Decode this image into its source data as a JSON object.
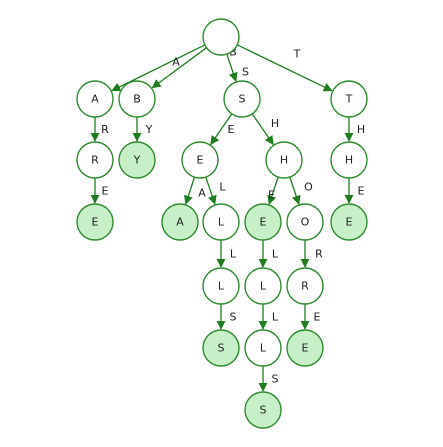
{
  "colors": {
    "edge": "#1e7d1e",
    "node_stroke": "#2e8b2e",
    "node_fill": "#ffffff",
    "terminal_fill": "#c8f0c8"
  },
  "nodes": [
    {
      "id": "root",
      "label": "",
      "terminal": false
    },
    {
      "id": "A",
      "label": "A",
      "terminal": false
    },
    {
      "id": "B",
      "label": "B",
      "terminal": false
    },
    {
      "id": "S",
      "label": "S",
      "terminal": false
    },
    {
      "id": "T",
      "label": "T",
      "terminal": false
    },
    {
      "id": "AR",
      "label": "R",
      "terminal": false
    },
    {
      "id": "ARE",
      "label": "E",
      "terminal": true
    },
    {
      "id": "BY",
      "label": "Y",
      "terminal": true
    },
    {
      "id": "SE",
      "label": "E",
      "terminal": false
    },
    {
      "id": "SEA",
      "label": "A",
      "terminal": true
    },
    {
      "id": "SEL",
      "label": "L",
      "terminal": false
    },
    {
      "id": "SELL",
      "label": "L",
      "terminal": false
    },
    {
      "id": "SELLS",
      "label": "S",
      "terminal": true
    },
    {
      "id": "SH",
      "label": "H",
      "terminal": false
    },
    {
      "id": "SHE",
      "label": "E",
      "terminal": true
    },
    {
      "id": "SHEL",
      "label": "L",
      "terminal": false
    },
    {
      "id": "SHELL",
      "label": "L",
      "terminal": false
    },
    {
      "id": "SHELLS",
      "label": "S",
      "terminal": true
    },
    {
      "id": "SHO",
      "label": "O",
      "terminal": false
    },
    {
      "id": "SHOR",
      "label": "R",
      "terminal": false
    },
    {
      "id": "SHORE",
      "label": "E",
      "terminal": true
    },
    {
      "id": "TH",
      "label": "H",
      "terminal": false
    },
    {
      "id": "THE",
      "label": "E",
      "terminal": true
    }
  ],
  "edges": [
    {
      "from": "root",
      "to": "A",
      "label": "A"
    },
    {
      "from": "root",
      "to": "B",
      "label": "B"
    },
    {
      "from": "root",
      "to": "S",
      "label": "S"
    },
    {
      "from": "root",
      "to": "T",
      "label": "T"
    },
    {
      "from": "A",
      "to": "AR",
      "label": "R"
    },
    {
      "from": "AR",
      "to": "ARE",
      "label": "E"
    },
    {
      "from": "B",
      "to": "BY",
      "label": "Y"
    },
    {
      "from": "S",
      "to": "SE",
      "label": "E"
    },
    {
      "from": "S",
      "to": "SH",
      "label": "H"
    },
    {
      "from": "SE",
      "to": "SEA",
      "label": "A"
    },
    {
      "from": "SE",
      "to": "SEL",
      "label": "L"
    },
    {
      "from": "SEL",
      "to": "SELL",
      "label": "L"
    },
    {
      "from": "SELL",
      "to": "SELLS",
      "label": "S"
    },
    {
      "from": "SH",
      "to": "SHE",
      "label": "E"
    },
    {
      "from": "SH",
      "to": "SHO",
      "label": "O"
    },
    {
      "from": "SHE",
      "to": "SHEL",
      "label": "L"
    },
    {
      "from": "SHEL",
      "to": "SHELL",
      "label": "L"
    },
    {
      "from": "SHELL",
      "to": "SHELLS",
      "label": "S"
    },
    {
      "from": "SHO",
      "to": "SHOR",
      "label": "R"
    },
    {
      "from": "SHOR",
      "to": "SHORE",
      "label": "E"
    },
    {
      "from": "T",
      "to": "TH",
      "label": "H"
    },
    {
      "from": "TH",
      "to": "THE",
      "label": "E"
    }
  ]
}
